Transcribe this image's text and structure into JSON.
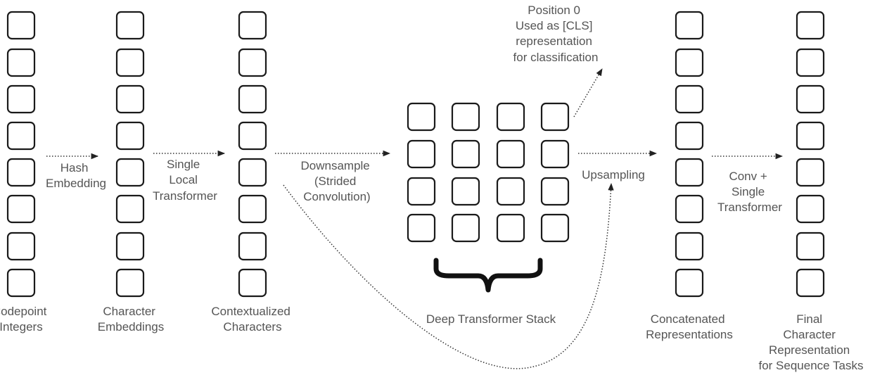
{
  "columns": [
    {
      "id": "codepoint",
      "lines": [
        "Codepoint",
        "Integers"
      ]
    },
    {
      "id": "char-emb",
      "lines": [
        "Character",
        "Embeddings"
      ]
    },
    {
      "id": "context",
      "lines": [
        "Contextualized",
        "Characters"
      ]
    },
    {
      "id": "concat",
      "lines": [
        "Concatenated",
        "Representations"
      ]
    },
    {
      "id": "final",
      "lines": [
        "Final",
        "Character",
        "Representation",
        "for Sequence Tasks"
      ]
    }
  ],
  "arrows": [
    {
      "id": "hash",
      "lines": [
        "Hash",
        "Embedding"
      ]
    },
    {
      "id": "local-transformer",
      "lines": [
        "Single",
        "Local",
        "Transformer"
      ]
    },
    {
      "id": "downsample",
      "lines": [
        "Downsample",
        "(Strided",
        "Convolution)"
      ]
    },
    {
      "id": "upsampling",
      "lines": [
        "Upsampling"
      ]
    },
    {
      "id": "conv-transformer",
      "lines": [
        "Conv +",
        "Single",
        "Transformer"
      ]
    }
  ],
  "stack_label": "Deep Transformer Stack",
  "cls_note": [
    "Position 0",
    "Used as [CLS]",
    "representation",
    "for classification"
  ]
}
